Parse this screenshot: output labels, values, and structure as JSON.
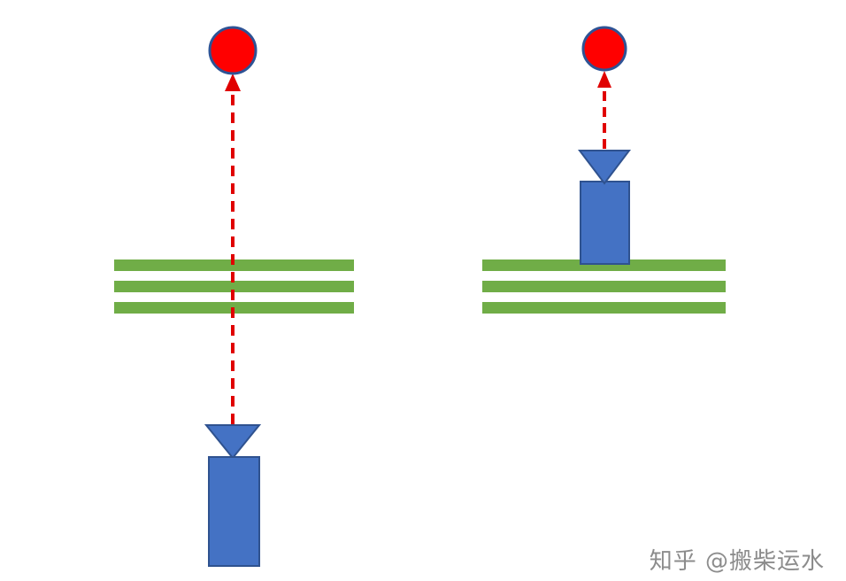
{
  "watermark": {
    "text": "知乎 @搬柴运水"
  },
  "colors": {
    "background": "#FFFFFF",
    "ball_fill": "#FF0000",
    "ball_stroke": "#2E5395",
    "arrow": "#E00000",
    "barrier_green": "#70AD47",
    "camera_fill": "#4472C4",
    "camera_stroke": "#2F528F",
    "watermark_gray": "#8C8C8C"
  },
  "scene": {
    "left_panel": {
      "barrier_bars": 3,
      "ball_position": "above-barrier",
      "camera_position": "below-barrier",
      "arrow_direction": "up"
    },
    "right_panel": {
      "barrier_bars": 3,
      "ball_position": "above-camera",
      "camera_position": "on-top-of-barrier",
      "arrow_direction": "up"
    }
  }
}
